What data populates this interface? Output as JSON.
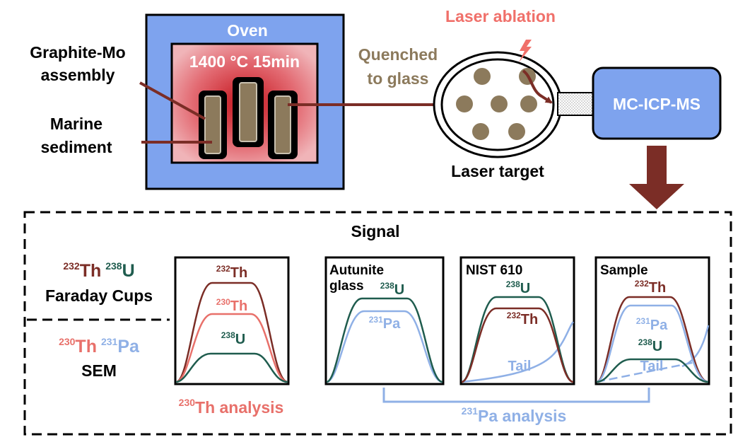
{
  "colors": {
    "th232": "#7b2d26",
    "th230": "#e8706a",
    "u238": "#1f5c4e",
    "pa231": "#8fb0e6",
    "oven_blue": "#7ea3ee",
    "arrow": "#7b2d26",
    "sample_brown": "#8c7a5c",
    "laser_red": "#f0706a",
    "text_brown": "#8c7a5c"
  },
  "top": {
    "oven_label": "Oven",
    "oven_setting": "1400 °C 15min",
    "assembly_label_1": "Graphite-Mo",
    "assembly_label_2": "assembly",
    "sediment_label_1": "Marine",
    "sediment_label_2": "sediment",
    "quenched_1": "Quenched",
    "quenched_2": "to glass",
    "laser_ablation": "Laser ablation",
    "laser_target": "Laser target",
    "mc_icp_ms": "MC-ICP-MS"
  },
  "signal": {
    "title": "Signal",
    "faraday": {
      "mass_a": "232",
      "el_a": "Th",
      "mass_b": "238",
      "el_b": "U",
      "label": "Faraday Cups"
    },
    "sem": {
      "mass_a": "230",
      "el_a": "Th",
      "mass_b": "231",
      "el_b": "Pa",
      "label": "SEM"
    },
    "panel1": {
      "th232_mass": "232",
      "th232_el": "Th",
      "th230_mass": "230",
      "th230_el": "Th",
      "u238_mass": "238",
      "u238_el": "U"
    },
    "panel1_caption_mass": "230",
    "panel1_caption_text": "Th analysis",
    "panel2": {
      "title_1": "Autunite",
      "title_2": "glass",
      "u238_mass": "238",
      "u238_el": "U",
      "pa231_mass": "231",
      "pa231_el": "Pa"
    },
    "panel3": {
      "title": "NIST 610",
      "u238_mass": "238",
      "u238_el": "U",
      "th232_mass": "232",
      "th232_el": "Th",
      "tail": "Tail"
    },
    "panel4": {
      "title": "Sample",
      "th232_mass": "232",
      "th232_el": "Th",
      "pa231_mass": "231",
      "pa231_el": "Pa",
      "u238_mass": "238",
      "u238_el": "U",
      "tail": "Tail"
    },
    "pa_caption_mass": "231",
    "pa_caption_text": "Pa analysis"
  }
}
